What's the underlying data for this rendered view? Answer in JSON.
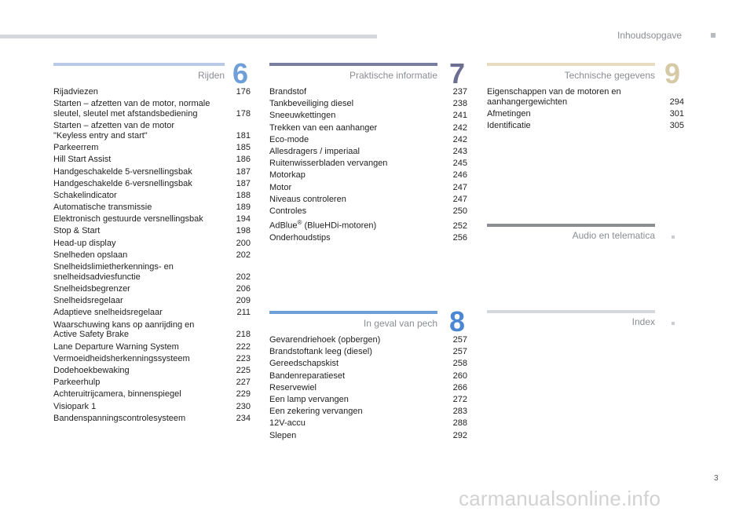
{
  "header": {
    "title": "Inhoudsopgave"
  },
  "footer": {
    "page_number": "3",
    "watermark": "carmanualsonline.info"
  },
  "colors": {
    "rijden": "#b9c9e6",
    "rijden_num": "#6f9fd8",
    "praktisch": "#777ea0",
    "praktisch_num": "#6d6f92",
    "technisch": "#e7dcc0",
    "technisch_num": "#d6c9a6",
    "pech": "#6f9fd8",
    "pech_num": "#4c87d4",
    "audio": "#8a8d92",
    "index": "#d4d7dc"
  },
  "sections": {
    "rijden": {
      "title": "Rijden",
      "number": "6",
      "entries": [
        {
          "label": "Rijadviezen",
          "page": "176"
        },
        {
          "label": "Starten – afzetten van de motor, normale\nsleutel, sleutel met afstandsbediening",
          "page": "178"
        },
        {
          "label": "Starten – afzetten van de motor\n\"Keyless entry and start\"",
          "page": "181"
        },
        {
          "label": "Parkeerrem",
          "page": "185"
        },
        {
          "label": "Hill Start Assist",
          "page": "186"
        },
        {
          "label": "Handgeschakelde 5-versnellingsbak",
          "page": "187"
        },
        {
          "label": "Handgeschakelde 6-versnellingsbak",
          "page": "187"
        },
        {
          "label": "Schakelindicator",
          "page": "188"
        },
        {
          "label": "Automatische transmissie",
          "page": "189"
        },
        {
          "label": "Elektronisch gestuurde versnellingsbak",
          "page": "194"
        },
        {
          "label": "Stop & Start",
          "page": "198"
        },
        {
          "label": "Head-up display",
          "page": "200"
        },
        {
          "label": "Snelheden opslaan",
          "page": "202"
        },
        {
          "label": "Snelheidslimietherkennings- en\nsnelheidsadviesfunctie",
          "page": "202"
        },
        {
          "label": "Snelheidsbegrenzer",
          "page": "206"
        },
        {
          "label": "Snelheidsregelaar",
          "page": "209"
        },
        {
          "label": "Adaptieve snelheidsregelaar",
          "page": "211"
        },
        {
          "label": "Waarschuwing kans op aanrijding en\nActive Safety Brake",
          "page": "218"
        },
        {
          "label": "Lane Departure Warning System",
          "page": "222"
        },
        {
          "label": "Vermoeidheidsherkenningssysteem",
          "page": "223"
        },
        {
          "label": "Dodehoekbewaking",
          "page": "225"
        },
        {
          "label": "Parkeerhulp",
          "page": "227"
        },
        {
          "label": "Achteruitrijcamera, binnenspiegel",
          "page": "229"
        },
        {
          "label": "Visiopark 1",
          "page": "230"
        },
        {
          "label": "Bandenspanningscontrolesysteem",
          "page": "234"
        }
      ]
    },
    "praktisch": {
      "title": "Praktische informatie",
      "number": "7",
      "entries": [
        {
          "label": "Brandstof",
          "page": "237"
        },
        {
          "label": "Tankbeveiliging diesel",
          "page": "238"
        },
        {
          "label": "Sneeuwkettingen",
          "page": "241"
        },
        {
          "label": "Trekken van een aanhanger",
          "page": "242"
        },
        {
          "label": "Eco-mode",
          "page": "242"
        },
        {
          "label": "Allesdragers / imperiaal",
          "page": "243"
        },
        {
          "label": "Ruitenwisserbladen vervangen",
          "page": "245"
        },
        {
          "label": "Motorkap",
          "page": "246"
        },
        {
          "label": "Motor",
          "page": "247"
        },
        {
          "label": "Niveaus controleren",
          "page": "247"
        },
        {
          "label": "Controles",
          "page": "250"
        },
        {
          "label": "AdBlue® (BlueHDi-motoren)",
          "page": "252"
        },
        {
          "label": "Onderhoudstips",
          "page": "256"
        }
      ]
    },
    "pech": {
      "title": "In geval van pech",
      "number": "8",
      "entries": [
        {
          "label": "Gevarendriehoek (opbergen)",
          "page": "257"
        },
        {
          "label": "Brandstoftank leeg (diesel)",
          "page": "257"
        },
        {
          "label": "Gereedschapskist",
          "page": "258"
        },
        {
          "label": "Bandenreparatieset",
          "page": "260"
        },
        {
          "label": "Reservewiel",
          "page": "266"
        },
        {
          "label": "Een lamp vervangen",
          "page": "272"
        },
        {
          "label": "Een zekering vervangen",
          "page": "283"
        },
        {
          "label": "12V-accu",
          "page": "288"
        },
        {
          "label": "Slepen",
          "page": "292"
        }
      ]
    },
    "technisch": {
      "title": "Technische gegevens",
      "number": "9",
      "entries": [
        {
          "label": "Eigenschappen van de motoren en\naanhangergewichten",
          "page": "294"
        },
        {
          "label": "Afmetingen",
          "page": "301"
        },
        {
          "label": "Identificatie",
          "page": "305"
        }
      ]
    },
    "audio": {
      "title": "Audio en telematica"
    },
    "index": {
      "title": "Index"
    }
  }
}
